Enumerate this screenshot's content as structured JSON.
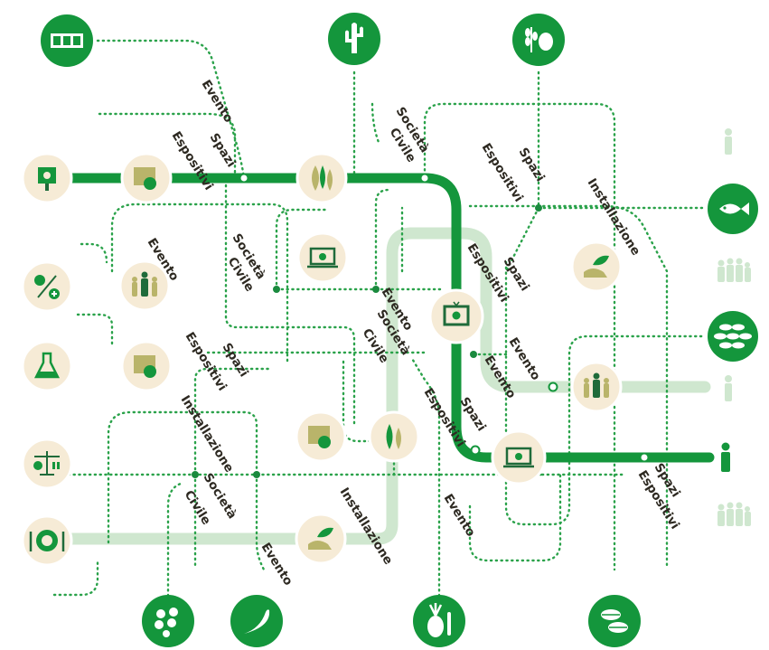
{
  "colors": {
    "primary_green": "#14963c",
    "pale_green": "#cfe7cf",
    "station_fill": "#f6ebd6",
    "dark_green_icon": "#1f6b3a",
    "olive_icon": "#b9b46a"
  },
  "labels": {
    "evento": "Evento",
    "spazi": "Spazi",
    "espositivi": "Espositivi",
    "societa": "Società",
    "civile": "Civile",
    "installazione": "Installazione"
  },
  "icons": [
    "tickets-icon",
    "cactus-icon",
    "grain-olive-icon",
    "person-icon",
    "fish-icon",
    "family-group-icon",
    "grains-icon",
    "signboard-apple-icon",
    "apple-percent-icon",
    "flask-icon",
    "scale-icon",
    "food-plate-icon",
    "exhibition-space-icon",
    "leaves-icon",
    "laptop-icon",
    "tv-screen-icon",
    "people-group-icon",
    "leaf-hand-icon",
    "berries-icon",
    "chili-icon",
    "pineapple-icon",
    "coffee-beans-icon"
  ]
}
